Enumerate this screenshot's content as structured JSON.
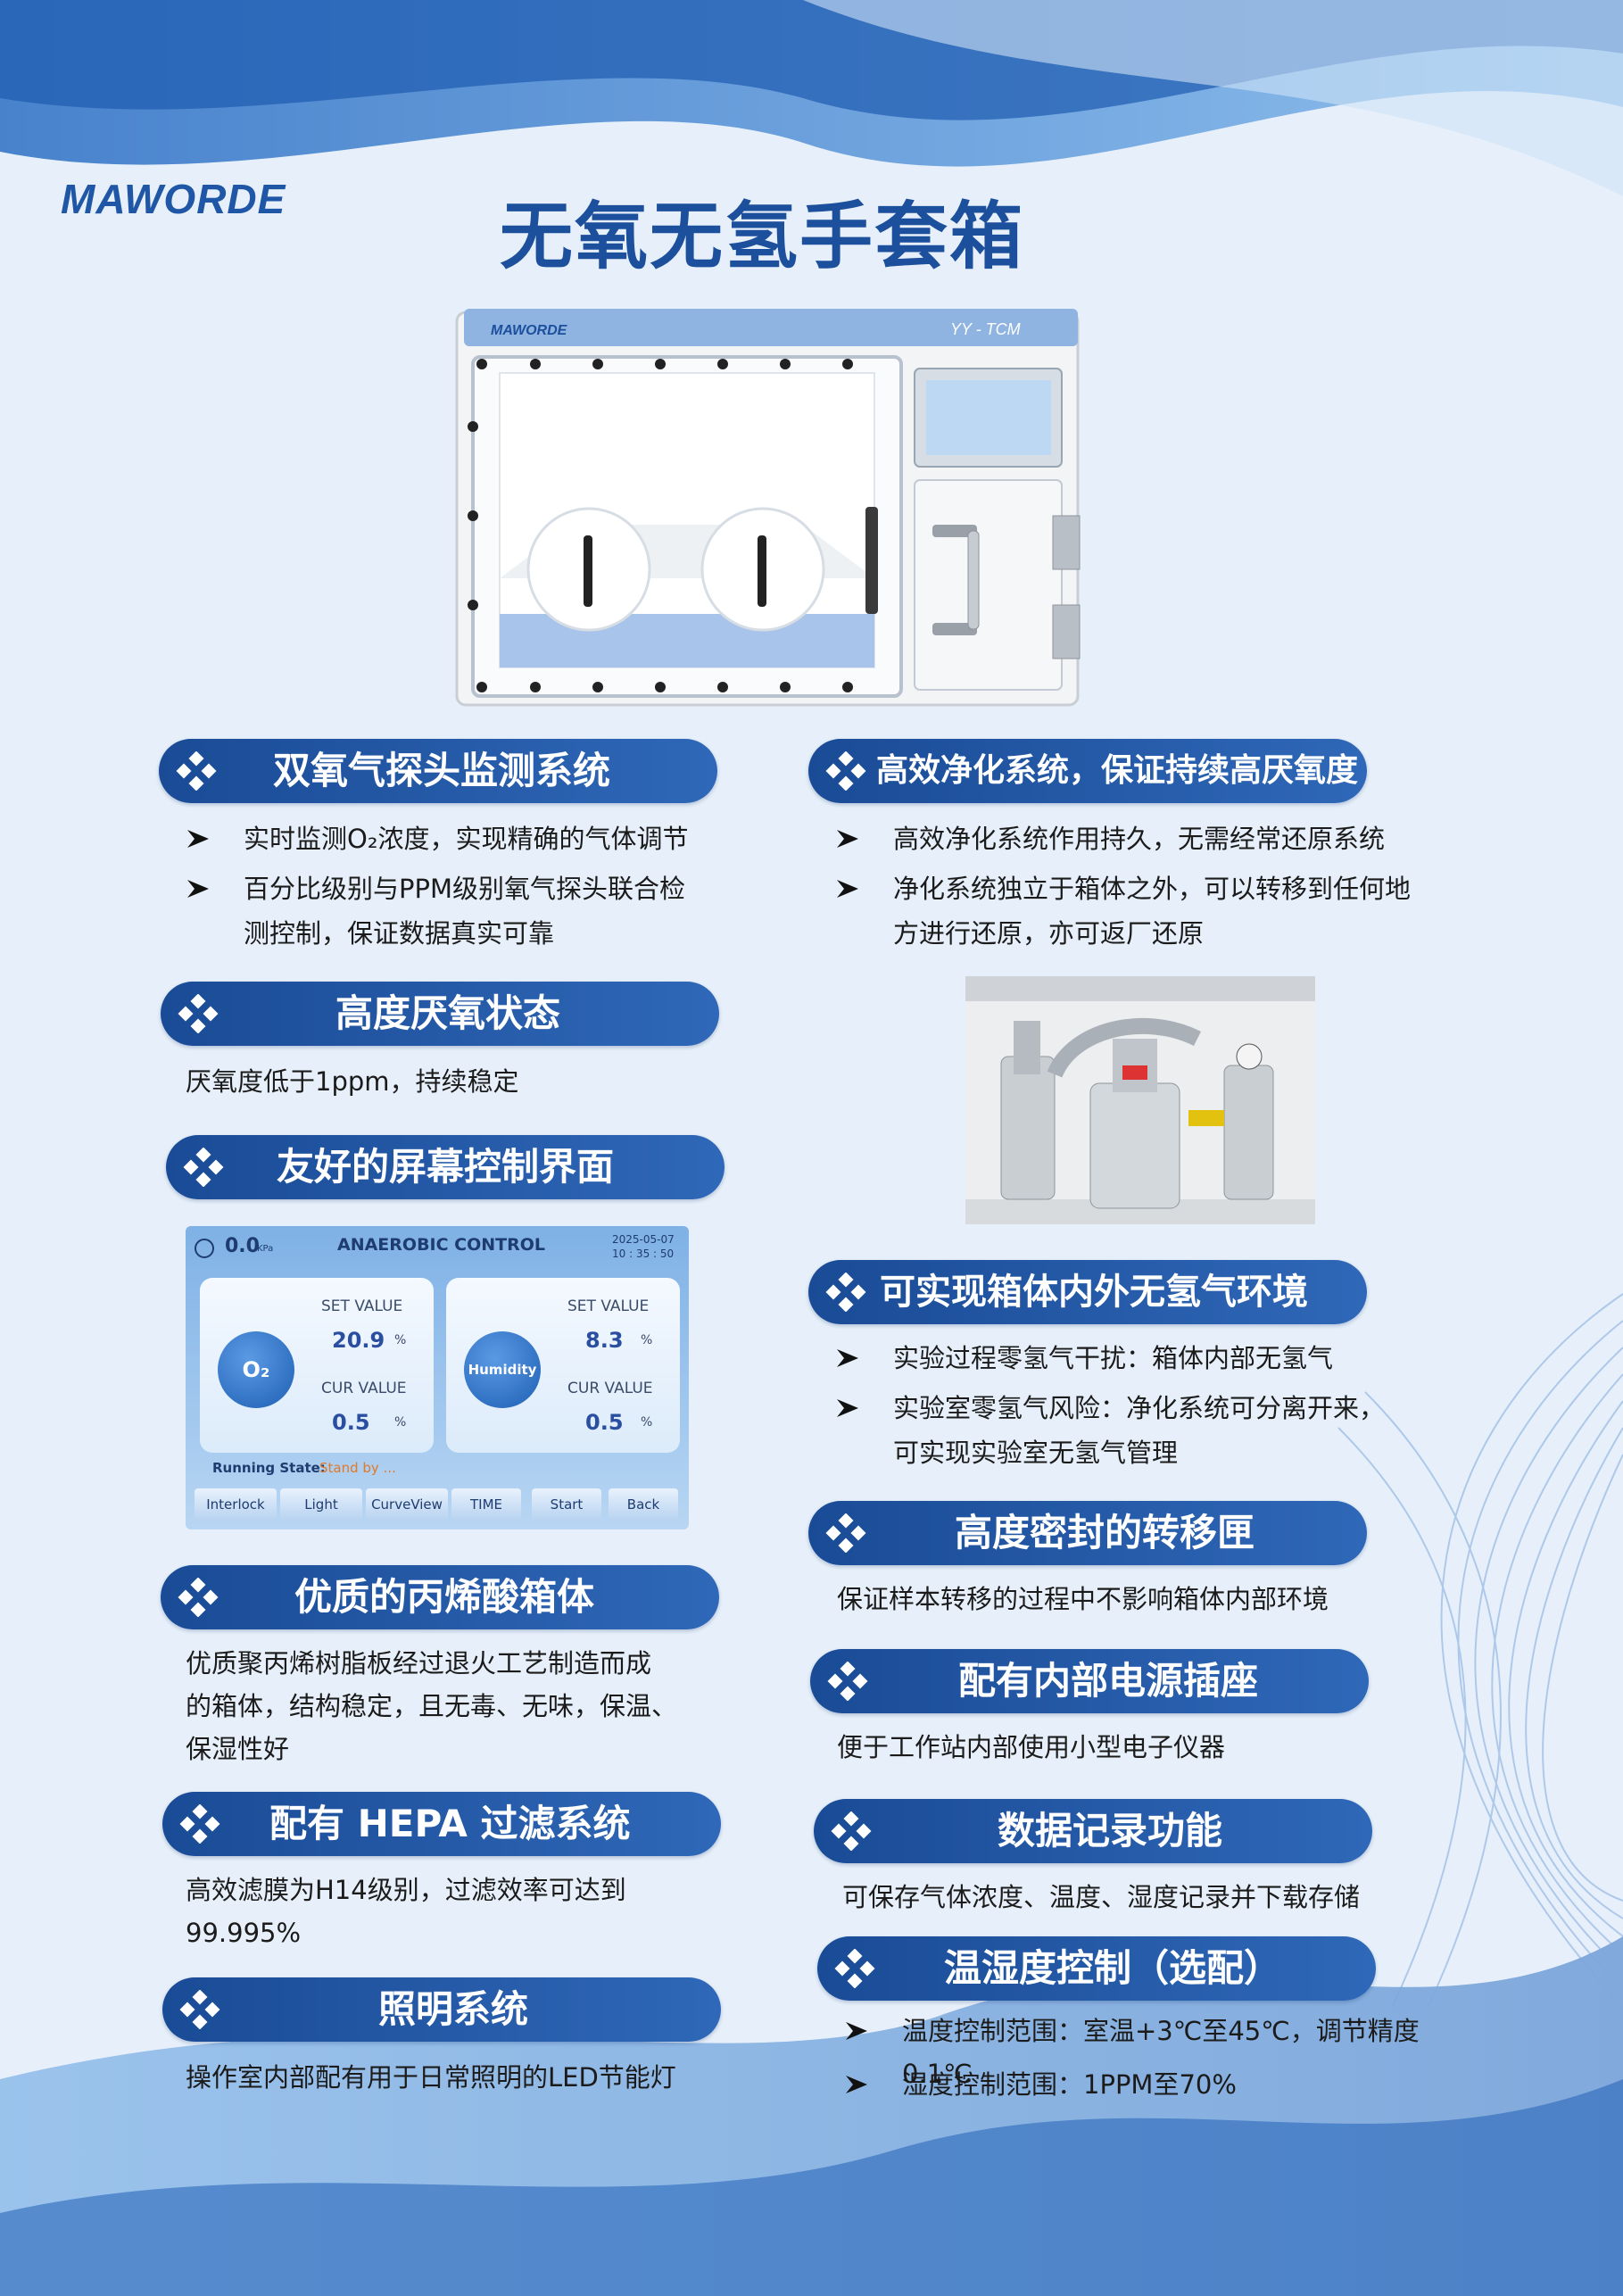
{
  "brand": "MAWORDE",
  "title": "无氧无氢手套箱",
  "product": {
    "brand_plate": "MAWORDE",
    "model": "YY - TCM"
  },
  "sections": {
    "s1": {
      "title": "双氧气探头监测系统",
      "bullets": [
        "实时监测O₂浓度，实现精确的气体调节",
        "百分比级别与PPM级别氧气探头联合检",
        "测控制，保证数据真实可靠"
      ]
    },
    "s2": {
      "title": "高度厌氧状态",
      "text": "厌氧度低于1ppm，持续稳定"
    },
    "s3": {
      "title": "友好的屏幕控制界面"
    },
    "s4": {
      "title": "优质的丙烯酸箱体",
      "lines": [
        "优质聚丙烯树脂板经过退火工艺制造而成",
        "的箱体，结构稳定，且无毒、无味，保温、",
        "保湿性好"
      ]
    },
    "s5": {
      "title": "配有 HEPA 过滤系统",
      "lines": [
        "高效滤膜为H14级别，过滤效率可达到",
        "99.995%"
      ]
    },
    "s6": {
      "title": "照明系统",
      "text": "操作室内部配有用于日常照明的LED节能灯"
    },
    "r1": {
      "title": "高效净化系统，保证持续高厌氧度",
      "bullets": [
        "高效净化系统作用持久，无需经常还原系统",
        "净化系统独立于箱体之外，可以转移到任何地",
        "方进行还原，亦可返厂还原"
      ]
    },
    "r2": {
      "title": "可实现箱体内外无氢气环境",
      "bullets": [
        "实验过程零氢气干扰：箱体内部无氢气",
        "实验室零氢气风险：净化系统可分离开来，",
        "可实现实验室无氢气管理"
      ]
    },
    "r3": {
      "title": "高度密封的转移匣",
      "text": "保证样本转移的过程中不影响箱体内部环境"
    },
    "r4": {
      "title": "配有内部电源插座",
      "text": "便于工作站内部使用小型电子仪器"
    },
    "r5": {
      "title": "数据记录功能",
      "text": "可保存气体浓度、温度、湿度记录并下载存储"
    },
    "r6": {
      "title": "温湿度控制（选配）",
      "bullets": [
        "温度控制范围：室温+3℃至45℃，调节精度0.1℃",
        "湿度控制范围：1PPM至70%"
      ]
    }
  },
  "screen": {
    "pressure": "0.0",
    "pressure_unit": "KPa",
    "title": "ANAEROBIC CONTROL",
    "date": "2025-05-07",
    "time": "10 : 35 : 50",
    "o2": {
      "label": "O₂",
      "set_label": "SET VALUE",
      "set": "20.9",
      "cur_label": "CUR VALUE",
      "cur": "0.5",
      "unit": "%"
    },
    "humidity": {
      "label": "Humidity",
      "set_label": "SET VALUE",
      "set": "8.3",
      "cur_label": "CUR VALUE",
      "cur": "0.5",
      "unit": "%"
    },
    "running_label": "Running State:",
    "running_value": "Stand by ...",
    "buttons": [
      "Interlock",
      "Light",
      "CurveView",
      "TIME",
      "Start",
      "Back"
    ]
  },
  "colors": {
    "header_dark": "#1a4b96",
    "header_light": "#2f68b8",
    "title": "#1c4f9c"
  }
}
